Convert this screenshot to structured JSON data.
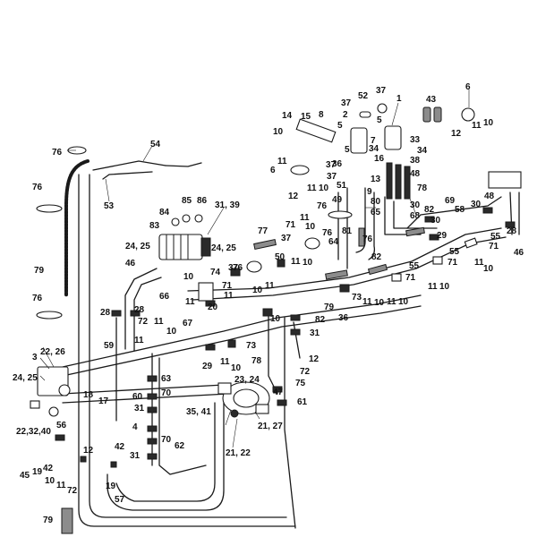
{
  "labels": {
    "l1": "1",
    "l2": "2",
    "l3": "3",
    "l4": "4",
    "l5": "5",
    "l6": "6",
    "l7": "7",
    "l8": "8",
    "l9": "9",
    "l10": "10",
    "l11": "11",
    "l12": "12",
    "l13": "13",
    "l14": "14",
    "l15": "15",
    "l16": "16",
    "l17": "17",
    "l18": "18",
    "l19": "19",
    "l20": "20",
    "l21_27": "21, 27",
    "l21_22": "21, 22",
    "l22_26": "22, 26",
    "l22_32_40": "22,32,40",
    "l23_24": "23, 24",
    "l24_25": "24, 25",
    "l28": "28",
    "l29": "29",
    "l30": "30",
    "l31": "31",
    "l31_39": "31, 39",
    "l33": "33",
    "l34": "34",
    "l35_41": "35, 41",
    "l36": "36",
    "l37": "37",
    "l38": "38",
    "l42": "42",
    "l43": "43",
    "l45": "45",
    "l46": "46",
    "l47": "47",
    "l48": "48",
    "l49": "49",
    "l50": "50",
    "l51": "51",
    "l52": "52",
    "l53": "53",
    "l54": "54",
    "l55": "55",
    "l56": "56",
    "l57": "57",
    "l58": "58",
    "l59": "59",
    "l60": "60",
    "l61": "61",
    "l62": "62",
    "l63": "63",
    "l64": "64",
    "l65": "65",
    "l66": "66",
    "l67": "67",
    "l68": "68",
    "l69": "69",
    "l70": "70",
    "l71": "71",
    "l72": "72",
    "l73": "73",
    "l74": "74",
    "l75": "75",
    "l76": "76",
    "l77": "77",
    "l78": "78",
    "l79": "79",
    "l80": "80",
    "l81": "81",
    "l82": "82",
    "l83": "83",
    "l84": "84",
    "l85": "85",
    "l86": "86"
  }
}
